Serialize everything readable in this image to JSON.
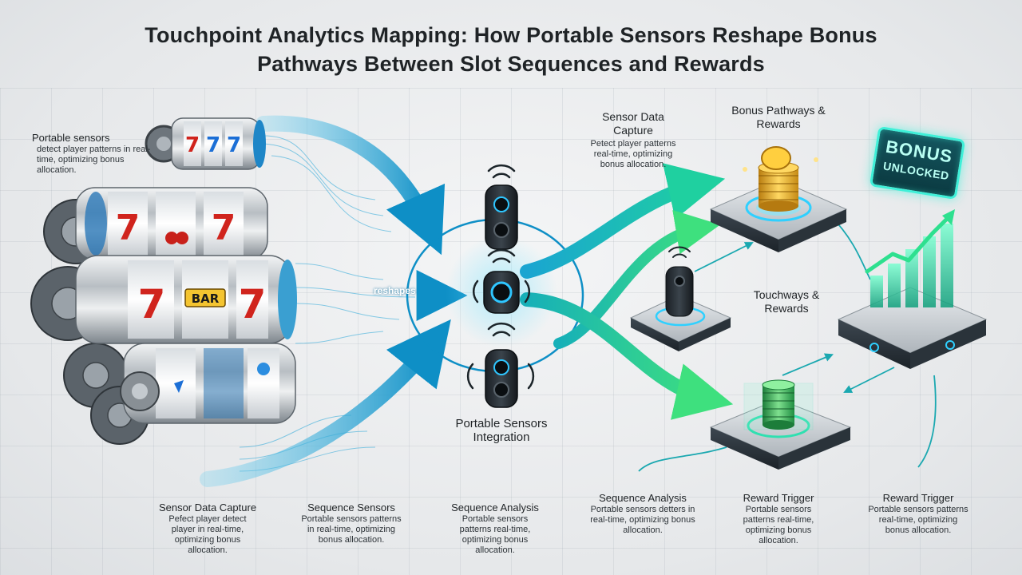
{
  "title": {
    "line1": "Touchpoint Analytics Mapping: How Portable Sensors Reshape Bonus",
    "line2": "Pathways Between Slot Sequences and Rewards"
  },
  "labels": {
    "top_left": {
      "heading": "Portable sensors",
      "desc": "detect player patterns in real-time, optimizing bonus allocation."
    },
    "sensor_capture_top": {
      "heading": "Sensor Data Capture",
      "desc": "Petect player patterns real-time, optimizing bonus allocation."
    },
    "bonus_pathways": {
      "heading": "Bonus Pathways & Rewards"
    },
    "touchways": {
      "heading": "Touchways & Rewards"
    },
    "reshapes": "reshapes",
    "sensors_integration": {
      "heading": "Portable Sensors Integration"
    },
    "bottom_sensor_capture": {
      "heading": "Sensor Data Capture",
      "desc": "Pefect player detect player in real-time, optimizing bonus allocation."
    },
    "bottom_sequence_sensors": {
      "heading": "Sequence Sensors",
      "desc": "Portable sensors patterns in real-time, optimizing bonus allocation."
    },
    "bottom_sequence_analysis": {
      "heading": "Sequence Analysis",
      "desc": "Portable sensors patterns real-time, optimizing bonus allocation."
    },
    "right_sequence_analysis": {
      "heading": "Sequence Analysis",
      "desc": "Portable sensors detters in real-time, optimizing bonus allocation."
    },
    "reward_trigger_1": {
      "heading": "Reward Trigger",
      "desc": "Portable sensors patterns real-time, optimizing bonus allocation."
    },
    "reward_trigger_2": {
      "heading": "Reward Trigger",
      "desc": "Portable sensors patterns real-time, optimizing bonus allocation."
    }
  },
  "badge": {
    "line1": "BONUS",
    "line2": "UNLOCKED"
  },
  "reel_symbols": {
    "seven": "7",
    "bar": "BAR"
  },
  "colors": {
    "accent_blue": "#1ea3d6",
    "accent_teal": "#19c3a3",
    "accent_green": "#3ed17a",
    "gold": "#e9b22c"
  },
  "icons": [
    "slot-reel-icon",
    "gear-icon",
    "sensor-device-icon",
    "wifi-signal-icon",
    "coin-stack-icon",
    "bar-chart-icon",
    "platform-icon"
  ]
}
